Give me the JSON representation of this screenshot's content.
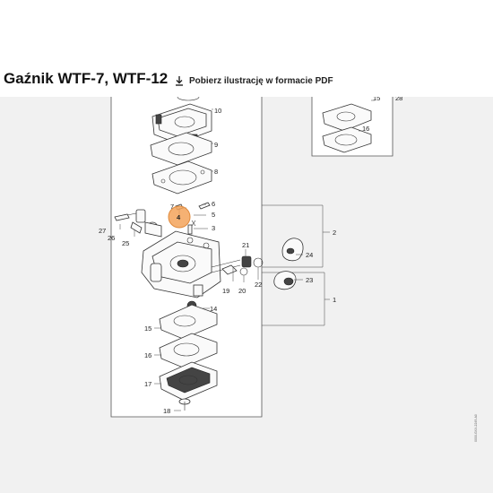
{
  "header": {
    "title": "Gaźnik WTF-7, WTF-12",
    "download_label": "Pobierz ilustrację w formacie PDF",
    "download_icon": "download-icon"
  },
  "diagram": {
    "highlighted_callout": "4",
    "callouts": {
      "c1": "1",
      "c2": "2",
      "c3": "3",
      "c4": "4",
      "c5": "5",
      "c6": "6",
      "c7": "7",
      "c8": "8",
      "c9": "9",
      "c10": "10",
      "c14": "14",
      "c15": "15",
      "c15b": "15",
      "c16": "16",
      "c16b": "16",
      "c17": "17",
      "c18": "18",
      "c19": "19",
      "c20": "20",
      "c21": "21",
      "c22": "22",
      "c23": "23",
      "c24": "24",
      "c25": "25",
      "c26": "26",
      "c27": "27",
      "c28": "28"
    },
    "side_code": "0000-GXX-2249-A0"
  },
  "colors": {
    "panel_bg": "#f1f1f1",
    "highlight": "#f3a35a",
    "line": "#333333"
  }
}
